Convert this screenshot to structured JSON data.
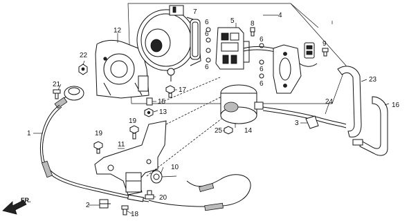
{
  "callouts": {
    "c1": "1",
    "c2": "2",
    "c3": "3",
    "c4": "4",
    "c5": "5",
    "c6a": "6",
    "c6b": "6",
    "c6c": "6",
    "c6d": "6",
    "c6e": "6",
    "c6f": "6",
    "c7": "7",
    "c8": "8",
    "c9": "9",
    "c10": "10",
    "c11": "11",
    "c12": "12",
    "c13": "13",
    "c14": "14",
    "c15": "15",
    "c16": "16",
    "c17": "17",
    "c18": "18",
    "c19a": "19",
    "c19b": "19",
    "c20": "20",
    "c21": "21",
    "c22": "22",
    "c23": "23",
    "c24": "24",
    "c25": "25"
  },
  "direction": {
    "label": "FR."
  }
}
